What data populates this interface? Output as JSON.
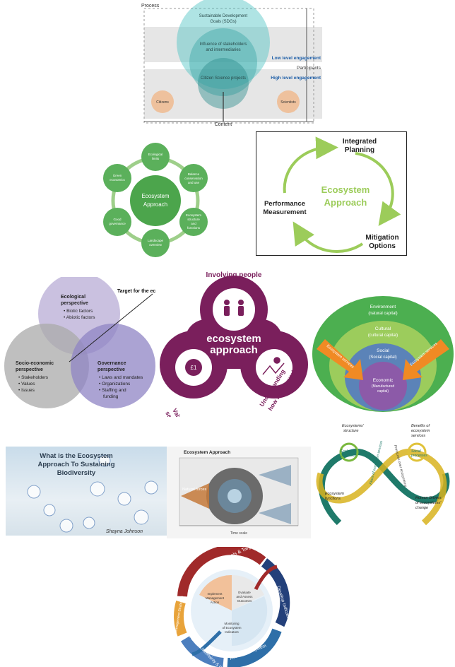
{
  "p1": {
    "process": "Process",
    "sdg": [
      "Sustainable Development",
      "Goals (SDGs)"
    ],
    "influence": [
      "Influence of stakeholders",
      "and intermediaries"
    ],
    "low": "Low level engagement",
    "participants": "Participants",
    "high": "High level engagement",
    "citizen_projects": "Citizen Science projects",
    "citizens": "Citizens",
    "scientists": "Scientists",
    "content": "Content"
  },
  "p2": {
    "center": [
      "Ecosystem",
      "Approach"
    ],
    "nodes": [
      [
        "Ecological",
        "limits"
      ],
      [
        "Balance",
        "conservation",
        "and use"
      ],
      [
        "Ecosystem",
        "structure",
        "and",
        "functions"
      ],
      [
        "Landscape",
        "overview"
      ],
      [
        "Good",
        "governance"
      ],
      [
        "Green",
        "economics"
      ]
    ]
  },
  "p3": {
    "top": [
      "Integrated",
      "Planning"
    ],
    "center": [
      "Ecosystem",
      "Approach"
    ],
    "left": [
      "Performance",
      "Measurement"
    ],
    "right": [
      "Mitigation",
      "Options"
    ]
  },
  "p4": {
    "target": "Target for the ec",
    "ecological": [
      "Ecological",
      "perspective"
    ],
    "eco_items": [
      "Biotic factors",
      "Abiotic factors"
    ],
    "socio": [
      "Socio-economic",
      "perspective"
    ],
    "socio_items": [
      "Stakeholders",
      "Values",
      "Issues"
    ],
    "gov": [
      "Governance",
      "perspective"
    ],
    "gov_items": [
      "Laws and mandates",
      "Organizations",
      "Staffing and",
      "funding"
    ]
  },
  "p5": {
    "top": "Involving people",
    "center": [
      "ecosystem",
      "approach"
    ],
    "left": [
      "Valuing nature's",
      "services"
    ],
    "right": [
      "Understanding",
      "how nature works"
    ]
  },
  "p6": {
    "env": [
      "Environment",
      "(natural capital)"
    ],
    "cultural": [
      "Cultural",
      "(cultural capital)"
    ],
    "social": [
      "Social",
      "(Social capital)"
    ],
    "economic": [
      "Economic",
      "(Manufactured",
      "capital)"
    ],
    "arrow_label": "Ecosystem services"
  },
  "p7": {
    "title": [
      "What is the Ecosystem",
      "Approach To Sustaining",
      "Biodiversity"
    ],
    "author": "Shayna Johnson"
  },
  "p8": {
    "title": "Ecosystem Approach",
    "natural": "Natural forces",
    "xlabel": "Time scale"
  },
  "p9": {
    "structure": [
      "Ecosystems'",
      "structure"
    ],
    "benefits": [
      "Benefits of",
      "ecosystem",
      "services"
    ],
    "ecological": [
      "Ecological",
      "processes"
    ],
    "social": [
      "Social",
      "processes"
    ],
    "functions": [
      "Ecosystem",
      "functions"
    ],
    "drivers": [
      "Human Drivers",
      "of ecosystems'",
      "change"
    ],
    "flows1": "Flows of ecosystem services",
    "flows2": "Pressures over ecosystems"
  },
  "p10": {
    "define": "Define EBM Goals & Targets",
    "develop": "Develop Indicators",
    "assess": "Assess Ecosystem",
    "uncert": "Assess Uncertainty & Risk",
    "mgmt": "Management Strategies",
    "implement": [
      "Implement",
      "Management",
      "Action"
    ],
    "evaluate": [
      "Evaluate",
      "and Assess",
      "Outcomes"
    ],
    "monitor": [
      "Monitoring",
      "of Ecosystem",
      "Indicators"
    ]
  }
}
